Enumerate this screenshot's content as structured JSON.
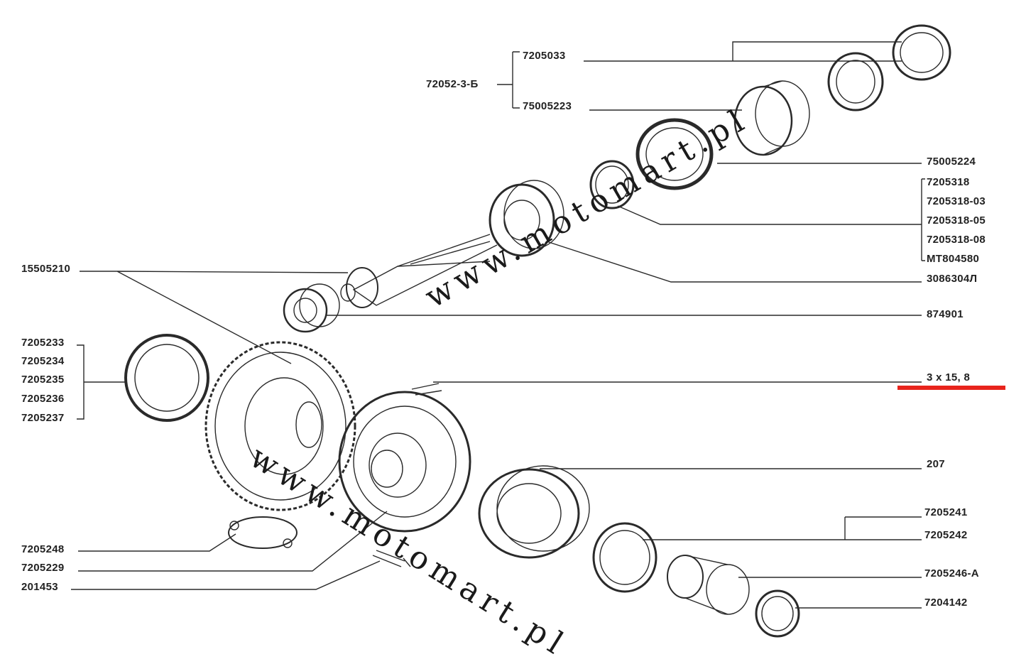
{
  "part_labels": {
    "p72052_3_b": "72052-3-Б",
    "p7205033": "7205033",
    "p75005223": "75005223",
    "p75005224": "75005224",
    "p7205318": "7205318",
    "p7205318_03": "7205318-03",
    "p7205318_05": "7205318-05",
    "p7205318_08": "7205318-08",
    "mt804580": "MT804580",
    "p3086304l": "3086304Л",
    "p874901": "874901",
    "p15505210": "15505210",
    "p3x15_8": "3 x 15, 8",
    "p7205233": "7205233",
    "p7205234": "7205234",
    "p7205235": "7205235",
    "p7205236": "7205236",
    "p7205237": "7205237",
    "p207": "207",
    "p7205241": "7205241",
    "p7205242": "7205242",
    "p7205246_a": "7205246-A",
    "p7204142": "7204142",
    "p7205248": "7205248",
    "p7205229": "7205229",
    "p201453": "201453"
  },
  "watermarks": {
    "upper": "www.motomart.pl",
    "lower": "www.motomart.pl"
  },
  "highlight_color": "#e8241c"
}
